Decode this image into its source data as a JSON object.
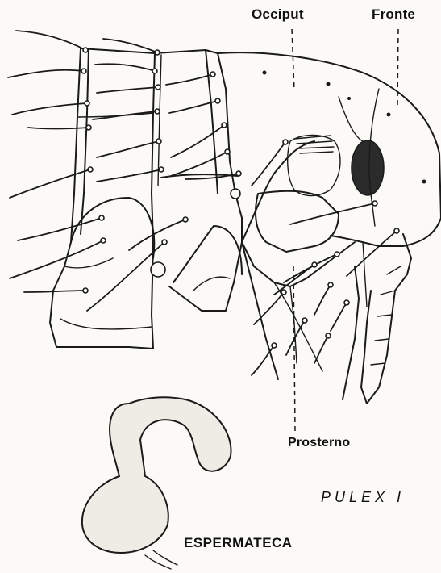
{
  "labels": {
    "occiput": "Occiput",
    "fronte": "Fronte",
    "prosterno": "Prosterno",
    "species_title": "PULEX I",
    "spermatheca": "ESPERMATECA"
  },
  "colors": {
    "ink": "#1a1a1a",
    "paper": "#fbfaf6",
    "eye": "#2b2b2b"
  }
}
